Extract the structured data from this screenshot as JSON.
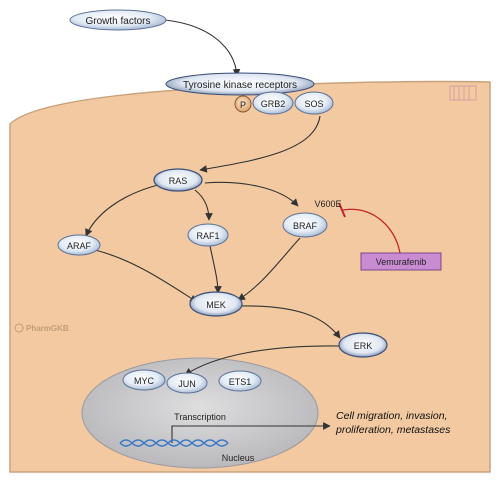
{
  "nodes": {
    "growth_factors": "Growth factors",
    "tyrosine_kinase_receptors": "Tyrosine kinase receptors",
    "p": "P",
    "grb2": "GRB2",
    "sos": "SOS",
    "ras": "RAS",
    "araf": "ARAF",
    "raf1": "RAF1",
    "braf": "BRAF",
    "mek": "MEK",
    "erk": "ERK",
    "myc": "MYC",
    "jun": "JUN",
    "ets1": "ETS1"
  },
  "labels": {
    "v600e": "V600E",
    "vemurafenib": "Vemurafenib",
    "transcription": "Transcription",
    "outcome_line1": "Cell migration, invasion,",
    "outcome_line2": "proliferation, metastases",
    "nucleus": "Nucleus",
    "watermark": "PharmGKB"
  },
  "colors": {
    "cell_fill": "#f2c9a1",
    "cell_stroke": "#c9a27c",
    "node_fill": "#dde7f3",
    "node_dark": "#3a4f7a",
    "nucleus_fill": "#c9c9cc",
    "drug_box": "#c98cd3",
    "inhibit": "#c0282c",
    "dna": "#3a78c8"
  }
}
